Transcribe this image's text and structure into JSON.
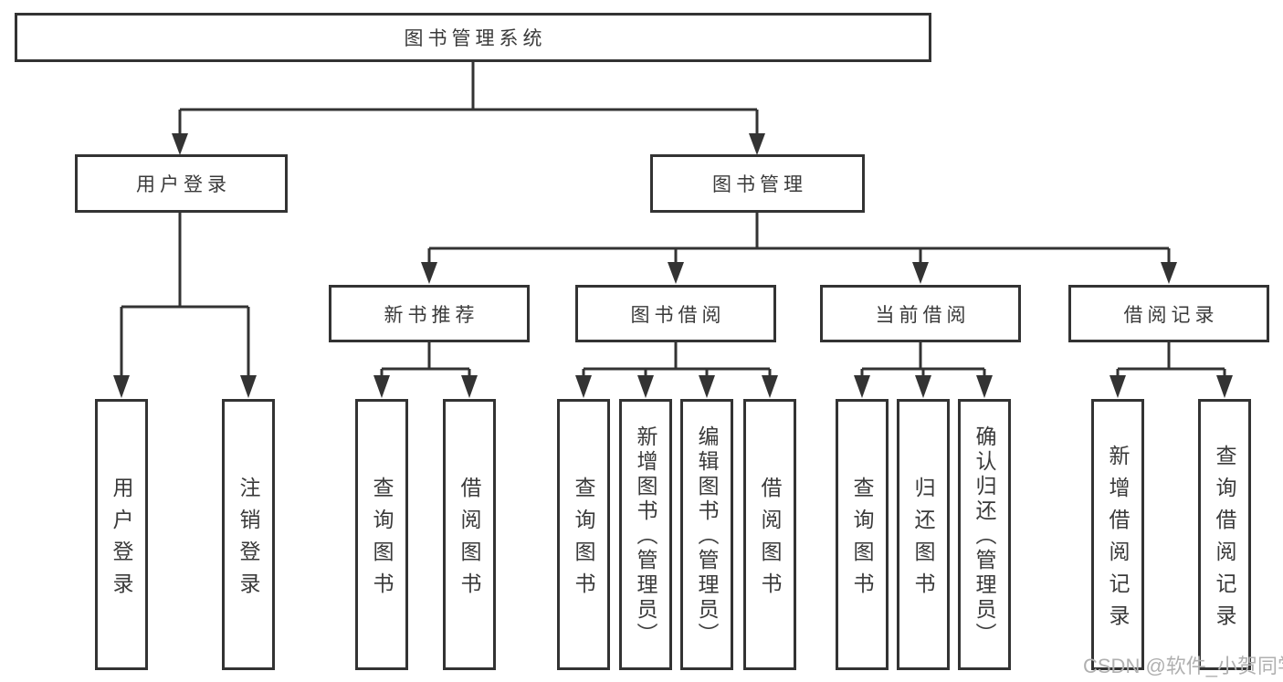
{
  "tree": {
    "root": {
      "label": "图书管理系统",
      "children": [
        {
          "label": "用户登录",
          "children": [
            {
              "label": "用户登录"
            },
            {
              "label": "注销登录"
            }
          ]
        },
        {
          "label": "图书管理",
          "children": [
            {
              "label": "新书推荐",
              "children": [
                {
                  "label": "查询图书"
                },
                {
                  "label": "借阅图书"
                }
              ]
            },
            {
              "label": "图书借阅",
              "children": [
                {
                  "label": "查询图书"
                },
                {
                  "label": "新增图书（管理员）"
                },
                {
                  "label": "编辑图书（管理员）"
                },
                {
                  "label": "借阅图书"
                }
              ]
            },
            {
              "label": "当前借阅",
              "children": [
                {
                  "label": "查询图书"
                },
                {
                  "label": "归还图书"
                },
                {
                  "label": "确认归还（管理员）"
                }
              ]
            },
            {
              "label": "借阅记录",
              "children": [
                {
                  "label": "新增借阅记录"
                },
                {
                  "label": "查询借阅记录"
                }
              ]
            }
          ]
        }
      ]
    }
  },
  "watermark": {
    "text": "CSDN @软件_小贺同学"
  },
  "colors": {
    "line": "#333333",
    "text": "#3a3a3a",
    "watermark": "#b0b0b0",
    "background": "#ffffff"
  }
}
